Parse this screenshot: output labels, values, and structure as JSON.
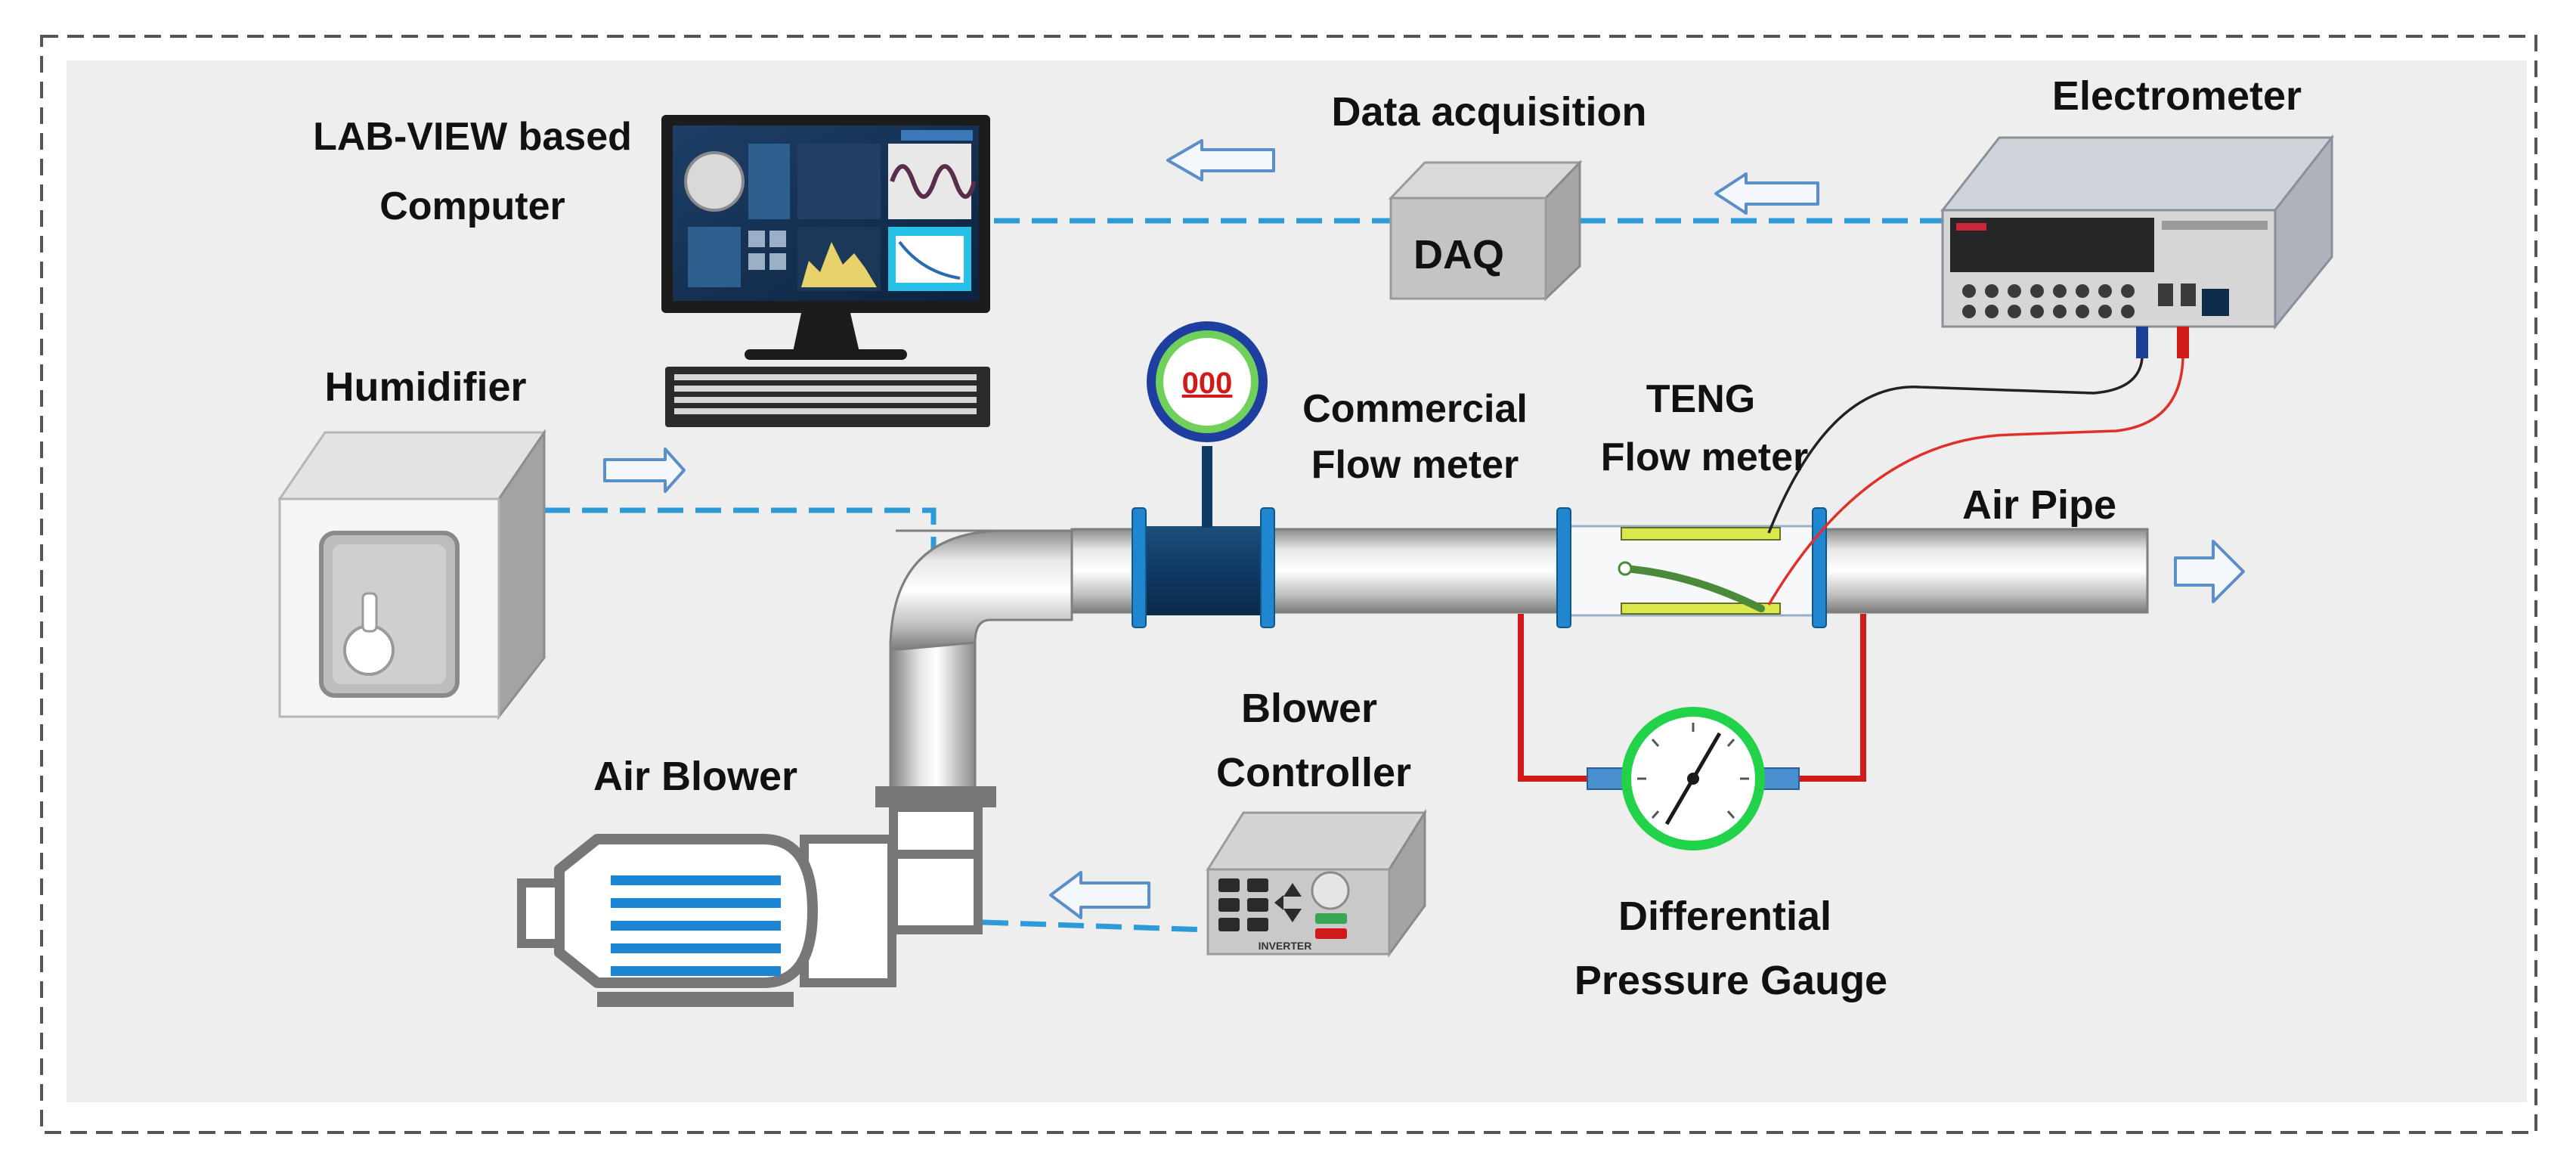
{
  "labels": {
    "lab_view_line1": "LAB-VIEW based",
    "lab_view_line2": "Computer",
    "data_acquisition": "Data acquisition",
    "daq": "DAQ",
    "electrometer": "Electrometer",
    "humidifier": "Humidifier",
    "commercial_line1": "Commercial",
    "commercial_line2": "Flow meter",
    "teng_line1": "TENG",
    "teng_line2": "Flow meter",
    "air_pipe": "Air Pipe",
    "blower_controller_line1": "Blower",
    "blower_controller_line2": "Controller",
    "air_blower": "Air Blower",
    "differential_line1": "Differential",
    "differential_line2": "Pressure Gauge",
    "flow_meter_readout": "000",
    "inverter": "INVERTER"
  },
  "colors": {
    "panel_background": "#eeeeee",
    "signal_line": "#2f9ad8",
    "arrow_outline": "#5b8fc7",
    "flange": "#1f86cf",
    "pipe": "#c8c8c8",
    "red_wire": "#d11a1a",
    "gauge_ring": "#22d34a",
    "blower_slat": "#1c86d4",
    "teng_electrode": "#d9e84c"
  }
}
